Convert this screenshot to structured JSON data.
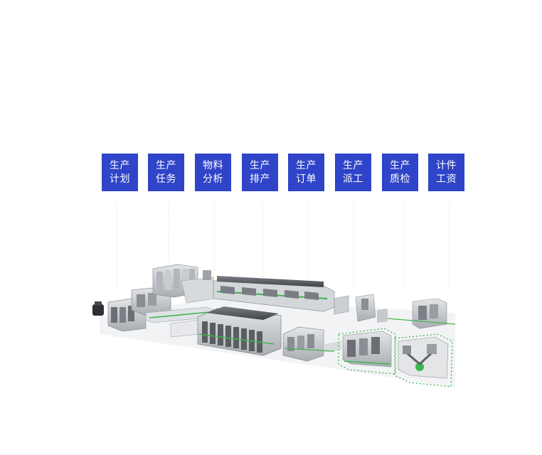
{
  "modules": [
    {
      "line1": "生产",
      "line2": "计划"
    },
    {
      "line1": "生产",
      "line2": "任务"
    },
    {
      "line1": "物料",
      "line2": "分析"
    },
    {
      "line1": "生产",
      "line2": "排产"
    },
    {
      "line1": "生产",
      "line2": "订单"
    },
    {
      "line1": "生产",
      "line2": "派工"
    },
    {
      "line1": "生产",
      "line2": "质检"
    },
    {
      "line1": "计件",
      "line2": "工资"
    }
  ],
  "colors": {
    "module_bg": "#2f44c8",
    "module_text": "#ffffff",
    "machine_body": "#c9ccd0",
    "machine_dark": "#5e6166",
    "highlight_green": "#3fb54f"
  },
  "icons": {
    "factory_illustration": "production-line-illustration"
  }
}
